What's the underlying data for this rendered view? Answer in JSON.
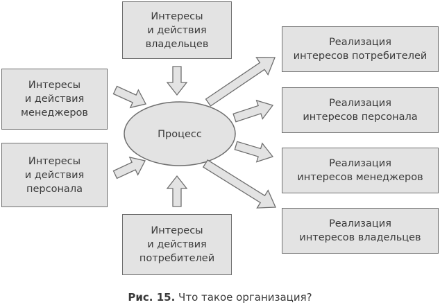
{
  "diagram": {
    "center": {
      "label": "Процесс"
    },
    "inputs": {
      "owners": "Интересы\nи действия\nвладельцев",
      "managers": "Интересы\nи действия\nменеджеров",
      "staff": "Интересы\nи действия\nперсонала",
      "consumers": "Интересы\nи действия\nпотребителей"
    },
    "outputs": {
      "consumers": "Реализация\nинтересов потребителей",
      "staff": "Реализация\nинтересов персонала",
      "managers": "Реализация\nинтересов менеджеров",
      "owners": "Реализация\nинтересов владельцев"
    }
  },
  "caption": {
    "number": "Рис. 15.",
    "text": "Что такое организация?"
  },
  "colors": {
    "box_fill": "#e3e3e3",
    "box_border": "#6e6e6e",
    "text": "#3a3a3a"
  }
}
